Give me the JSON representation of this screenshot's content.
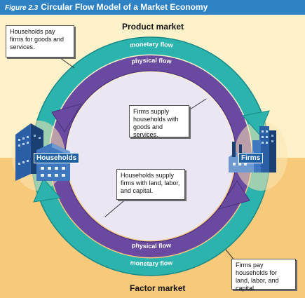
{
  "header": {
    "figure_number": "Figure 2.3",
    "title": "Circular Flow Model of a Market Economy"
  },
  "markets": {
    "product": "Product market",
    "factor": "Factor market"
  },
  "flows": {
    "top_outer": "monetary flow",
    "top_inner": "physical flow",
    "bottom_inner": "physical flow",
    "bottom_outer": "monetary flow"
  },
  "nodes": {
    "households": "Households",
    "firms": "Firms"
  },
  "callouts": {
    "households_pay": "Households pay firms for goods and services.",
    "firms_supply": "Firms supply households with goods and services.",
    "households_supply": "Households supply firms with land, labor, and capital.",
    "firms_pay": "Firms pay households for land, labor, and capital."
  },
  "colors": {
    "monetary_ring": "#2bb3ad",
    "physical_ring": "#6a4aa0",
    "product_market_bg": "#fdf1c9",
    "factor_market_bg": "#f7c97b",
    "title_bar": "#2f83c5"
  }
}
